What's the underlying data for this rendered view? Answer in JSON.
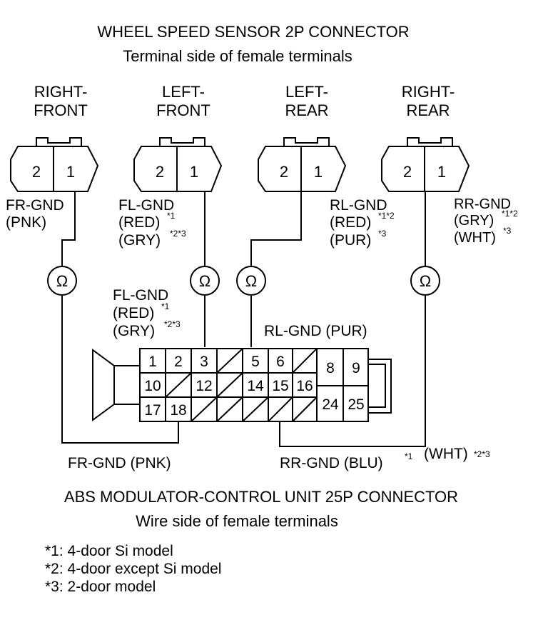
{
  "header": {
    "title": "WHEEL SPEED SENSOR 2P CONNECTOR",
    "subtitle": "Terminal side of female terminals"
  },
  "sensors": [
    {
      "line1": "RIGHT-",
      "line2": "FRONT",
      "pin_left": "2",
      "pin_right": "1"
    },
    {
      "line1": "LEFT-",
      "line2": "FRONT",
      "pin_left": "2",
      "pin_right": "1"
    },
    {
      "line1": "LEFT-",
      "line2": "REAR",
      "pin_left": "2",
      "pin_right": "1"
    },
    {
      "line1": "RIGHT-",
      "line2": "REAR",
      "pin_left": "2",
      "pin_right": "1"
    }
  ],
  "wire_labels": {
    "fr": {
      "l1": "FR-GND",
      "l2": "(PNK)"
    },
    "fl": {
      "l1": "FL-GND",
      "l2": "(RED)",
      "s2": "*1",
      "l3": "(GRY)",
      "s3": "*2*3"
    },
    "rl": {
      "l1": "RL-GND",
      "l2": "(RED)",
      "s2": "*1*2",
      "l3": "(PUR)",
      "s3": "*3"
    },
    "rr": {
      "l1": "RR-GND",
      "l2": "(GRY)",
      "s2": "*1*2",
      "l3": "(WHT)",
      "s3": "*3"
    },
    "fl_lower": {
      "l1": "FL-GND",
      "l2": "(RED)",
      "s2": "*1",
      "l3": "(GRY)",
      "s3": "*2*3"
    },
    "rl_lower": "RL-GND (PUR)",
    "fr_bottom": "FR-GND (PNK)",
    "rr_bottom": "RR-GND (BLU)",
    "rr_bottom_sup": "*1",
    "wht": "(WHT)",
    "wht_sup": "*2*3"
  },
  "ohm_symbol": "Ω",
  "abs_connector": {
    "pins": [
      "1",
      "2",
      "3",
      "5",
      "6",
      "8",
      "9",
      "10",
      "12",
      "14",
      "15",
      "16",
      "17",
      "18",
      "24",
      "25"
    ]
  },
  "footer": {
    "title": "ABS MODULATOR-CONTROL UNIT 25P CONNECTOR",
    "subtitle": "Wire side of female terminals",
    "notes": [
      "*1: 4-door Si model",
      "*2: 4-door except Si model",
      "*3: 2-door model"
    ]
  }
}
